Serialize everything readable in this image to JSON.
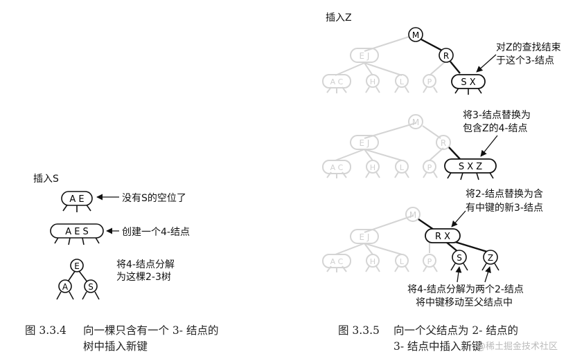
{
  "left": {
    "heading": "插入S",
    "step1": {
      "keys": "A E",
      "note": "没有S的空位了"
    },
    "step2": {
      "keys": "A E S",
      "note": "创建一个4-结点"
    },
    "step3": {
      "root": "E",
      "left": "A",
      "right": "S",
      "note_line1": "将4-结点分解",
      "note_line2": "为这棵2-3树"
    },
    "caption_num": "图 3.3.4",
    "caption_line1": "向一棵只含有一个 3- 结点的",
    "caption_line2": "树中插入新键"
  },
  "right": {
    "heading": "插入Z",
    "tree1": {
      "root": "M",
      "left": "E J",
      "right": "R",
      "leaves": [
        "A C",
        "H",
        "L",
        "P",
        "S X"
      ],
      "note_line1": "对Z的查找结束",
      "note_line2": "于这个3-结点"
    },
    "tree2": {
      "root": "M",
      "left": "E J",
      "right": "R",
      "leaves": [
        "A C",
        "H",
        "L",
        "P",
        "S X Z"
      ],
      "note_line1": "将3-结点替换为",
      "note_line2": "包含Z的4-结点"
    },
    "tree3": {
      "root": "M",
      "left": "E J",
      "right": "R X",
      "leaves": [
        "A C",
        "H",
        "L",
        "P",
        "S",
        "Z"
      ],
      "note_line1": "将2-结点替换为含",
      "note_line2": "有中键的新3-结点",
      "bottom_line1": "将4-结点分解为两个2-结点",
      "bottom_line2": "将中键移动至父结点中"
    },
    "caption_num": "图 3.3.5",
    "caption_line1": "向一个父结点为 2- 结点的",
    "caption_line2": "3- 结点中插入新键"
  },
  "watermark": "@稀土掘金技术社区",
  "colors": {
    "ink": "#111111",
    "faint": "#cfcfcf",
    "caption": "#222222"
  }
}
